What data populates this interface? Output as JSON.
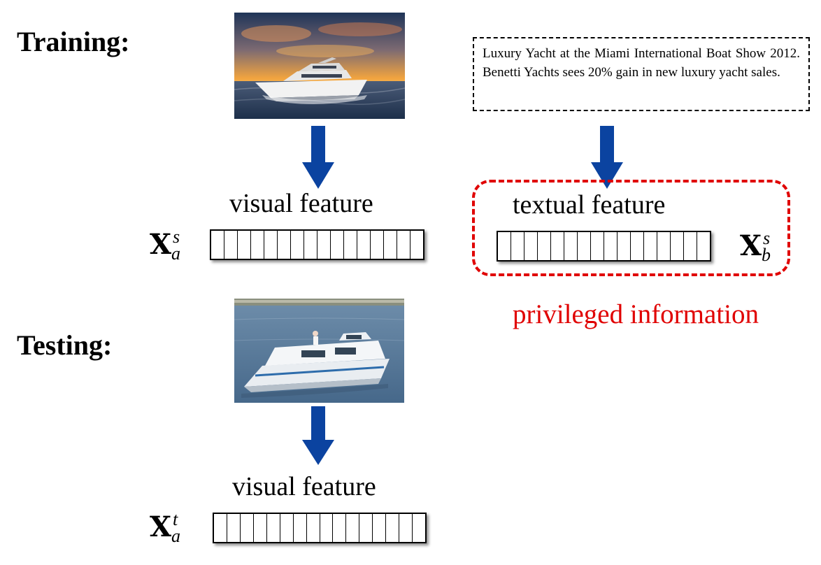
{
  "training": {
    "label": "Training:",
    "caption": "Luxury Yacht at the Miami International Boat Show 2012. Benetti Yachts sees 20% gain in new luxury yacht sales.",
    "visual_feature_label": "visual feature",
    "textual_feature_label": "textual feature",
    "visual_vector": {
      "symbol": "X",
      "sup": "s",
      "sub": "a",
      "cells": 16
    },
    "textual_vector": {
      "symbol": "X",
      "sup": "s",
      "sub": "b",
      "cells": 16
    },
    "privileged_label": "privileged information"
  },
  "testing": {
    "label": "Testing:",
    "visual_feature_label": "visual feature",
    "visual_vector": {
      "symbol": "X",
      "sup": "t",
      "sub": "a",
      "cells": 16
    }
  },
  "colors": {
    "arrow": "#0b43a0",
    "privileged": "#e00000",
    "sky_top": "#23395e",
    "sunset": "#f3a13d",
    "sea": "#2d4a6a",
    "lake": "#5d7f9e"
  },
  "icons": {
    "training_photo": "yacht-sunset-photo",
    "testing_photo": "houseboat-lake-photo"
  }
}
